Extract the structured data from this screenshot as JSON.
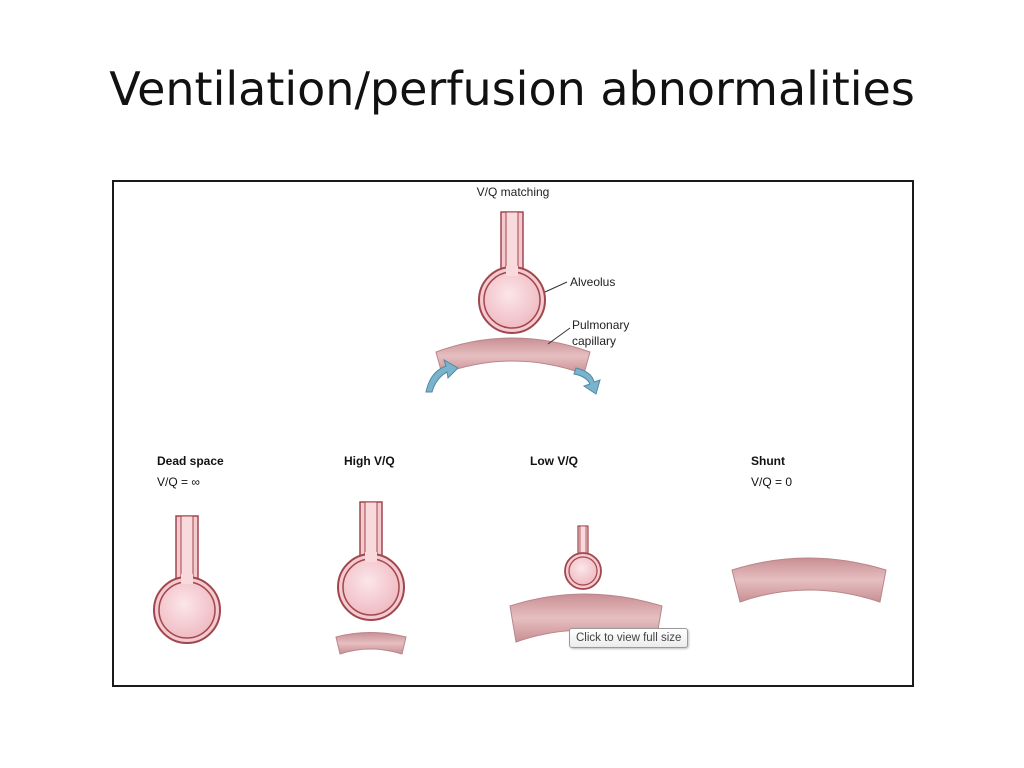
{
  "slide": {
    "title": "Ventilation/perfusion abnormalities"
  },
  "figure": {
    "top_panel": {
      "heading": "V/Q matching",
      "alveolus_label": "Alveolus",
      "capillary_label_line1": "Pulmonary",
      "capillary_label_line2": "capillary"
    },
    "panels": [
      {
        "heading": "Dead space",
        "formula": "V/Q = ∞"
      },
      {
        "heading": "High V/Q",
        "formula": ""
      },
      {
        "heading": "Low V/Q",
        "formula": ""
      },
      {
        "heading": "Shunt",
        "formula": "V/Q = 0"
      }
    ],
    "tooltip": "Click to view full size"
  },
  "colors": {
    "alveolus_fill": "#f4c9cf",
    "alveolus_outline": "#a0474d",
    "capillary_fill": "#dba9ab",
    "flow_arrow": "#79b4cc"
  }
}
